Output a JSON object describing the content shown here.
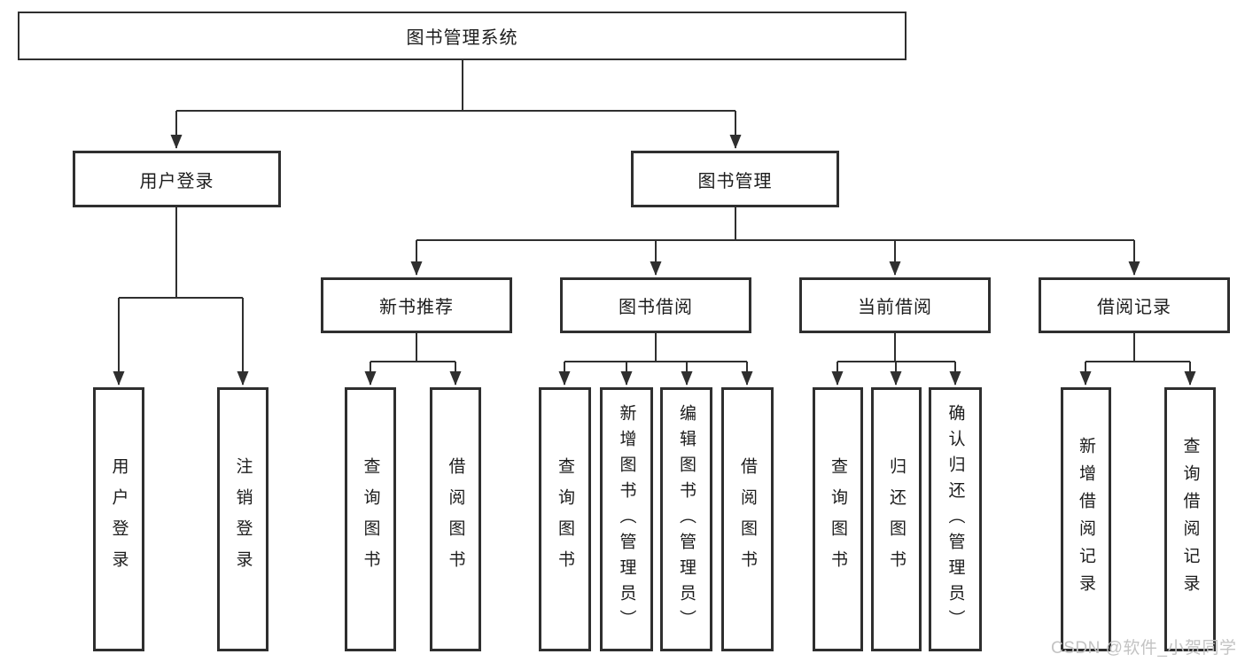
{
  "tree": {
    "label": "图书管理系统",
    "children": [
      {
        "label": "用户登录",
        "children": [
          {
            "label": "用户登录"
          },
          {
            "label": "注销登录"
          }
        ]
      },
      {
        "label": "图书管理",
        "children": [
          {
            "label": "新书推荐",
            "children": [
              {
                "label": "查询图书"
              },
              {
                "label": "借阅图书"
              }
            ]
          },
          {
            "label": "图书借阅",
            "children": [
              {
                "label": "查询图书"
              },
              {
                "label": "新增图书（管理员）"
              },
              {
                "label": "编辑图书（管理员）"
              },
              {
                "label": "借阅图书"
              }
            ]
          },
          {
            "label": "当前借阅",
            "children": [
              {
                "label": "查询图书"
              },
              {
                "label": "归还图书"
              },
              {
                "label": "确认归还（管理员）"
              }
            ]
          },
          {
            "label": "借阅记录",
            "children": [
              {
                "label": "新增借阅记录"
              },
              {
                "label": "查询借阅记录"
              }
            ]
          }
        ]
      }
    ]
  },
  "watermark": {
    "text": "CSDN @软件_小贺同学"
  },
  "colors": {
    "line": "#2f2f2f",
    "box_border": "#2f2f2f",
    "text": "#1c1c1c",
    "watermark": "#c3c3c3",
    "background": "#ffffff"
  }
}
